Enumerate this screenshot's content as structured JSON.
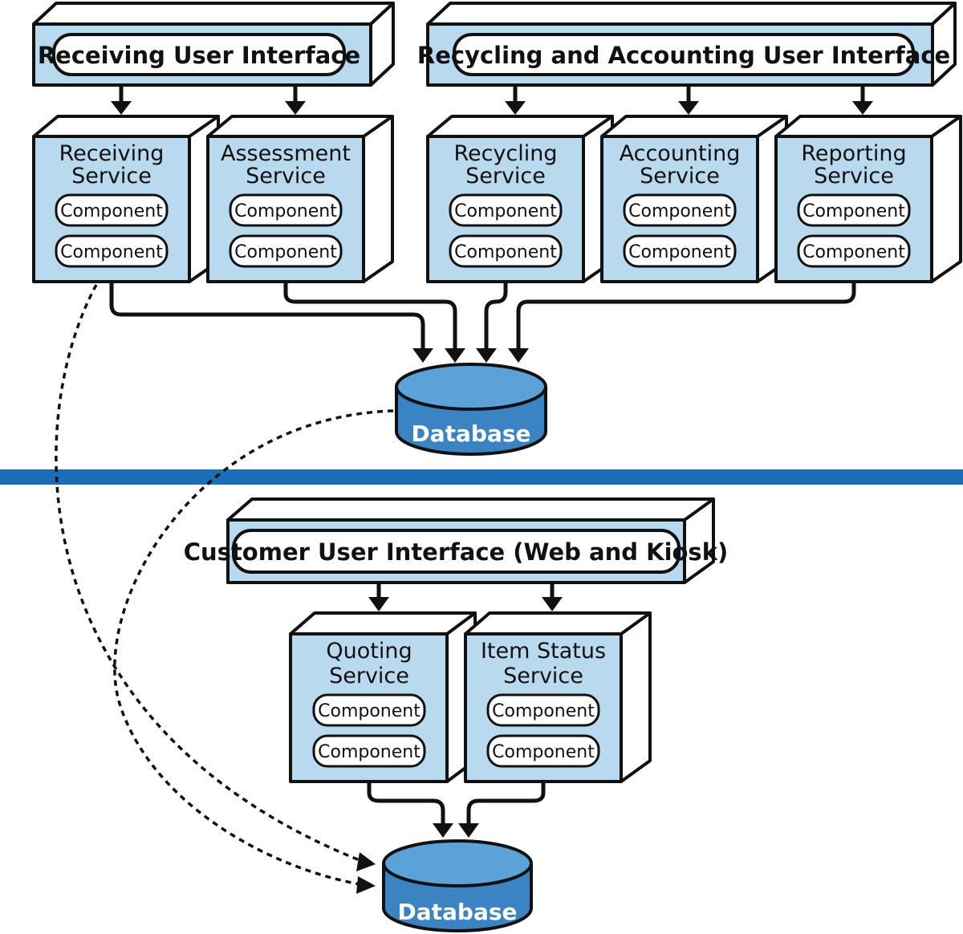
{
  "ui_layers": {
    "receiving": "Receiving User Interface",
    "recycling_accounting": "Recycling and Accounting User Interface",
    "customer": "Customer User Interface (Web and Kiosk)"
  },
  "services": {
    "receiving": {
      "line1": "Receiving",
      "line2": "Service"
    },
    "assessment": {
      "line1": "Assessment",
      "line2": "Service"
    },
    "recycling": {
      "line1": "Recycling",
      "line2": "Service"
    },
    "accounting": {
      "line1": "Accounting",
      "line2": "Service"
    },
    "reporting": {
      "line1": "Reporting",
      "line2": "Service"
    },
    "quoting": {
      "line1": "Quoting",
      "line2": "Service"
    },
    "item_status": {
      "line1": "Item Status",
      "line2": "Service"
    }
  },
  "component_label": "Component",
  "databases": {
    "top": "Database",
    "bottom": "Database"
  },
  "colors": {
    "box_fill": "#b9d9ee",
    "divider": "#1a6fb8",
    "database": "#3a84c3"
  }
}
